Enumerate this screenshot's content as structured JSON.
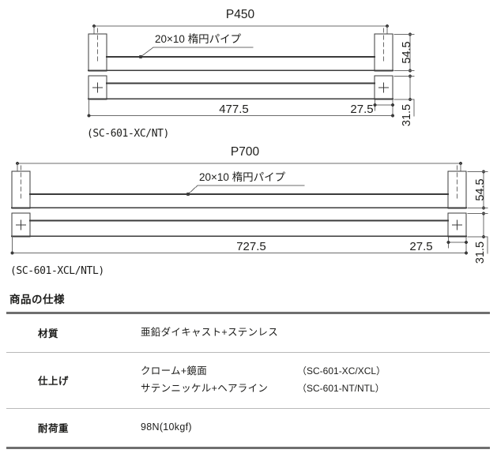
{
  "drawings": [
    {
      "id": "sc-601-xc-nt",
      "model_label": "(SC-601-XC/NT)",
      "pitch_label": "P450",
      "pipe_label": "20×10 楕円パイプ",
      "dim_long": "477.5",
      "dim_short": "27.5",
      "dim_height_upper": "54.5",
      "dim_height_lower": "31.5"
    },
    {
      "id": "sc-601-xcl-ntl",
      "model_label": "(SC-601-XCL/NTL)",
      "pitch_label": "P700",
      "pipe_label": "20×10 楕円パイプ",
      "dim_long": "727.5",
      "dim_short": "27.5",
      "dim_height_upper": "54.5",
      "dim_height_lower": "31.5"
    }
  ],
  "spec": {
    "title": "商品の仕様",
    "rows": [
      {
        "label": "材質",
        "lines": [
          {
            "text": "亜鉛ダイキャスト+ステンレス",
            "code": ""
          }
        ]
      },
      {
        "label": "仕上げ",
        "lines": [
          {
            "text": "クローム+鏡面",
            "code": "（SC-601-XC/XCL）"
          },
          {
            "text": "サテンニッケル+ヘアライン",
            "code": "（SC-601-NT/NTL）"
          }
        ]
      },
      {
        "label": "耐荷重",
        "lines": [
          {
            "text": "98N(10kgf)",
            "code": ""
          }
        ]
      }
    ]
  },
  "colors": {
    "line": "#3b3b3b",
    "dim_line": "#6b6b6b",
    "rule_heavy": "#6f6f6f",
    "rule_light": "#b9b9b9",
    "text": "#1d1d1b"
  }
}
